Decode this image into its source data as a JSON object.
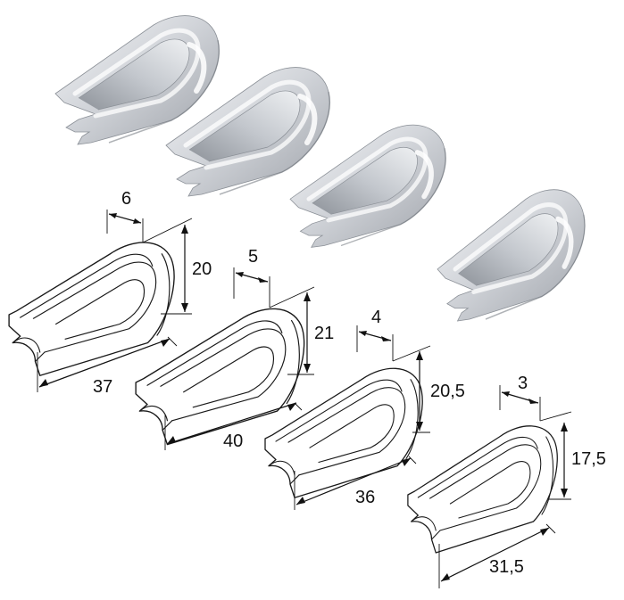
{
  "thimbles": [
    {
      "id": "thimble-1",
      "width_label": "6",
      "height_label": "20",
      "length_label": "37"
    },
    {
      "id": "thimble-2",
      "width_label": "5",
      "height_label": "21",
      "length_label": "40"
    },
    {
      "id": "thimble-3",
      "width_label": "4",
      "height_label": "20,5",
      "length_label": "36"
    },
    {
      "id": "thimble-4",
      "width_label": "3",
      "height_label": "17,5",
      "length_label": "31,5"
    }
  ],
  "colors": {
    "metal_light": "#f2f3f5",
    "metal_mid": "#c9ccd1",
    "metal_dark": "#9a9ea5",
    "line": "#1a1a1a"
  }
}
